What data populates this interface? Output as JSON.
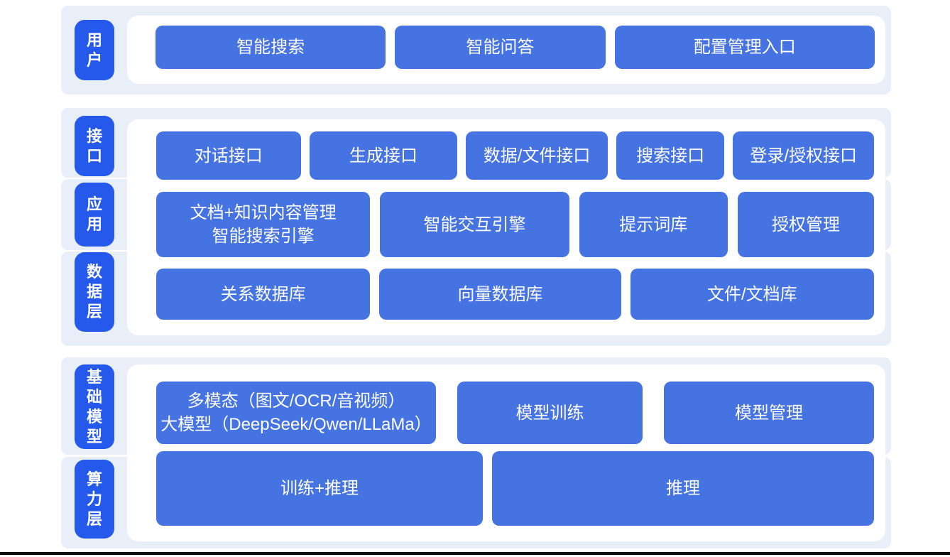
{
  "colors": {
    "layer_tab_blue": "#2459eb",
    "node_blue": "#4673e2",
    "band_background": "#e9eff8",
    "panel_background": "#ffffff",
    "text": "#ffffff",
    "footer_line": "#0b0b0b"
  },
  "sections": [
    {
      "id": "user-layer",
      "tabs": [
        "用户"
      ],
      "rows": [
        [
          "智能搜索",
          "智能问答",
          "配置管理入口"
        ]
      ]
    },
    {
      "id": "interface-application-data-layer",
      "tabs": [
        "接口",
        "应用",
        "数据层"
      ],
      "rows": [
        [
          "对话接口",
          "生成接口",
          "数据/文件接口",
          "搜索接口",
          "登录/授权接口"
        ],
        [
          "文档+知识内容管理\n智能搜索引擎",
          "智能交互引擎",
          "提示词库",
          "授权管理"
        ],
        [
          "关系数据库",
          "向量数据库",
          "文件/文档库"
        ]
      ]
    },
    {
      "id": "foundation-compute-layer",
      "tabs": [
        "基础模型",
        "算力层"
      ],
      "rows": [
        [
          "多模态（图文/OCR/音视频）\n大模型（DeepSeek/Qwen/LLaMa）",
          "模型训练",
          "模型管理"
        ],
        [
          "训练+推理",
          "推理"
        ]
      ]
    }
  ]
}
